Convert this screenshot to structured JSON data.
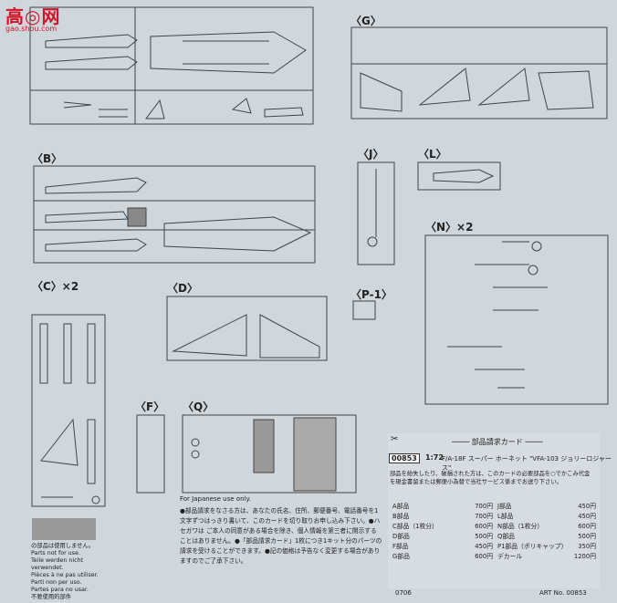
{
  "logo": {
    "text": "高◎网",
    "url": "gao.shou.com"
  },
  "trees": {
    "g": "〈G〉",
    "b": "〈B〉",
    "j": "〈J〉",
    "l": "〈L〉",
    "n": "〈N〉×2",
    "c": "〈C〉×2",
    "d": "〈D〉",
    "p": "〈P-1〉",
    "f": "〈F〉",
    "q": "〈Q〉"
  },
  "order_card": {
    "title": "──── 部品請求カード ────",
    "code": "00853",
    "scale": "1:72",
    "product": "F/A-18F スーパー ホーネット \"VFA-103 ジョリーロジャース\"",
    "description": "部品を紛失したり、破損された方は、このカードの必要部品を○でかこみ代金を現金書留または郵便小為替で当社サービス係までお送り下さい。",
    "prices_left": [
      {
        "part": "A部品",
        "price": "700円"
      },
      {
        "part": "B部品",
        "price": "700円"
      },
      {
        "part": "C部品（1枚分）",
        "price": "600円"
      },
      {
        "part": "D部品",
        "price": "500円"
      },
      {
        "part": "F部品",
        "price": "450円"
      },
      {
        "part": "G部品",
        "price": "600円"
      }
    ],
    "prices_right": [
      {
        "part": "J部品",
        "price": "450円"
      },
      {
        "part": "L部品",
        "price": "450円"
      },
      {
        "part": "N部品（1枚分）",
        "price": "600円"
      },
      {
        "part": "Q部品",
        "price": "500円"
      },
      {
        "part": "P1部品（ポリキャップ）",
        "price": "350円"
      },
      {
        "part": "デカール",
        "price": "1200円"
      }
    ]
  },
  "jp_note": {
    "head": "For Japanese use only.",
    "body": "●部品請求をなさる方は、あなたの氏名、住所、郵便番号、電話番号を1文字ずつはっきり書いて、このカードを切り取りお申し込み下さい。●ハセガワは ご本人の同意がある場合を除き、個人情報を第三者に開示することはありません。●「部品請求カード」1枚につき1キット分のパーツの請求を受けることができます。●記の価格は予告なく変更する場合がありますのでご了承下さい。"
  },
  "not_for_use": [
    "の部品は使用しません。",
    "Parts not for use.",
    "Teile werden nicht verwendet.",
    "Pièces à ne pas utiliser.",
    "Parti non per uso.",
    "Partes para no usar.",
    "不要使用的部件"
  ],
  "footer": {
    "code": "0706",
    "art_no": "ART No. 00853"
  }
}
